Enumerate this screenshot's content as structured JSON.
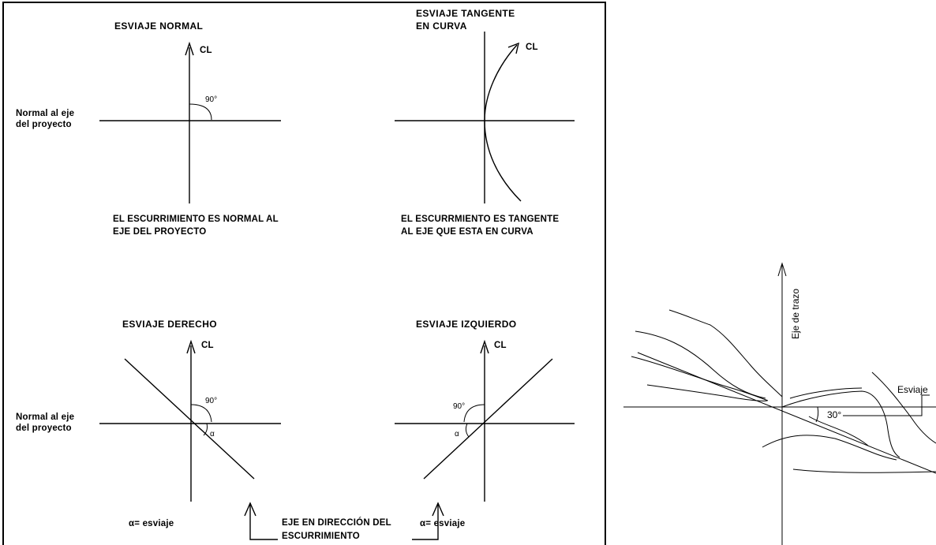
{
  "left_panel": {
    "normal": {
      "title": "ESVIAJE NORMAL",
      "axis_label": "CL",
      "angle": "90°",
      "side_label_line1": "Normal al eje",
      "side_label_line2": "del proyecto",
      "caption_line1": "EL ESCURRIMIENTO ES NORMAL AL",
      "caption_line2": "EJE DEL PROYECTO"
    },
    "tangent": {
      "title_line1": "ESVIAJE TANGENTE",
      "title_line2": "EN CURVA",
      "axis_label": "CL",
      "caption_line1": "EL ESCURRMIENTO ES TANGENTE",
      "caption_line2": "AL EJE QUE ESTA EN CURVA"
    },
    "right_skew": {
      "title": "ESVIAJE DERECHO",
      "axis_label": "CL",
      "angle": "90°",
      "alpha": "α",
      "side_label_line1": "Normal al eje",
      "side_label_line2": "del proyecto",
      "legend": "α= esviaje"
    },
    "left_skew": {
      "title": "ESVIAJE IZQUIERDO",
      "axis_label": "CL",
      "angle": "90°",
      "alpha": "α",
      "legend": "α= esviaje"
    },
    "flow_axis_line1": "EJE EN DIRECCIÓN DEL",
    "flow_axis_line2": "ESCURRIMIENTO"
  },
  "right_panel": {
    "vertical_label": "Eje de trazo",
    "skew_label": "Esviaje",
    "angle": "30°"
  }
}
